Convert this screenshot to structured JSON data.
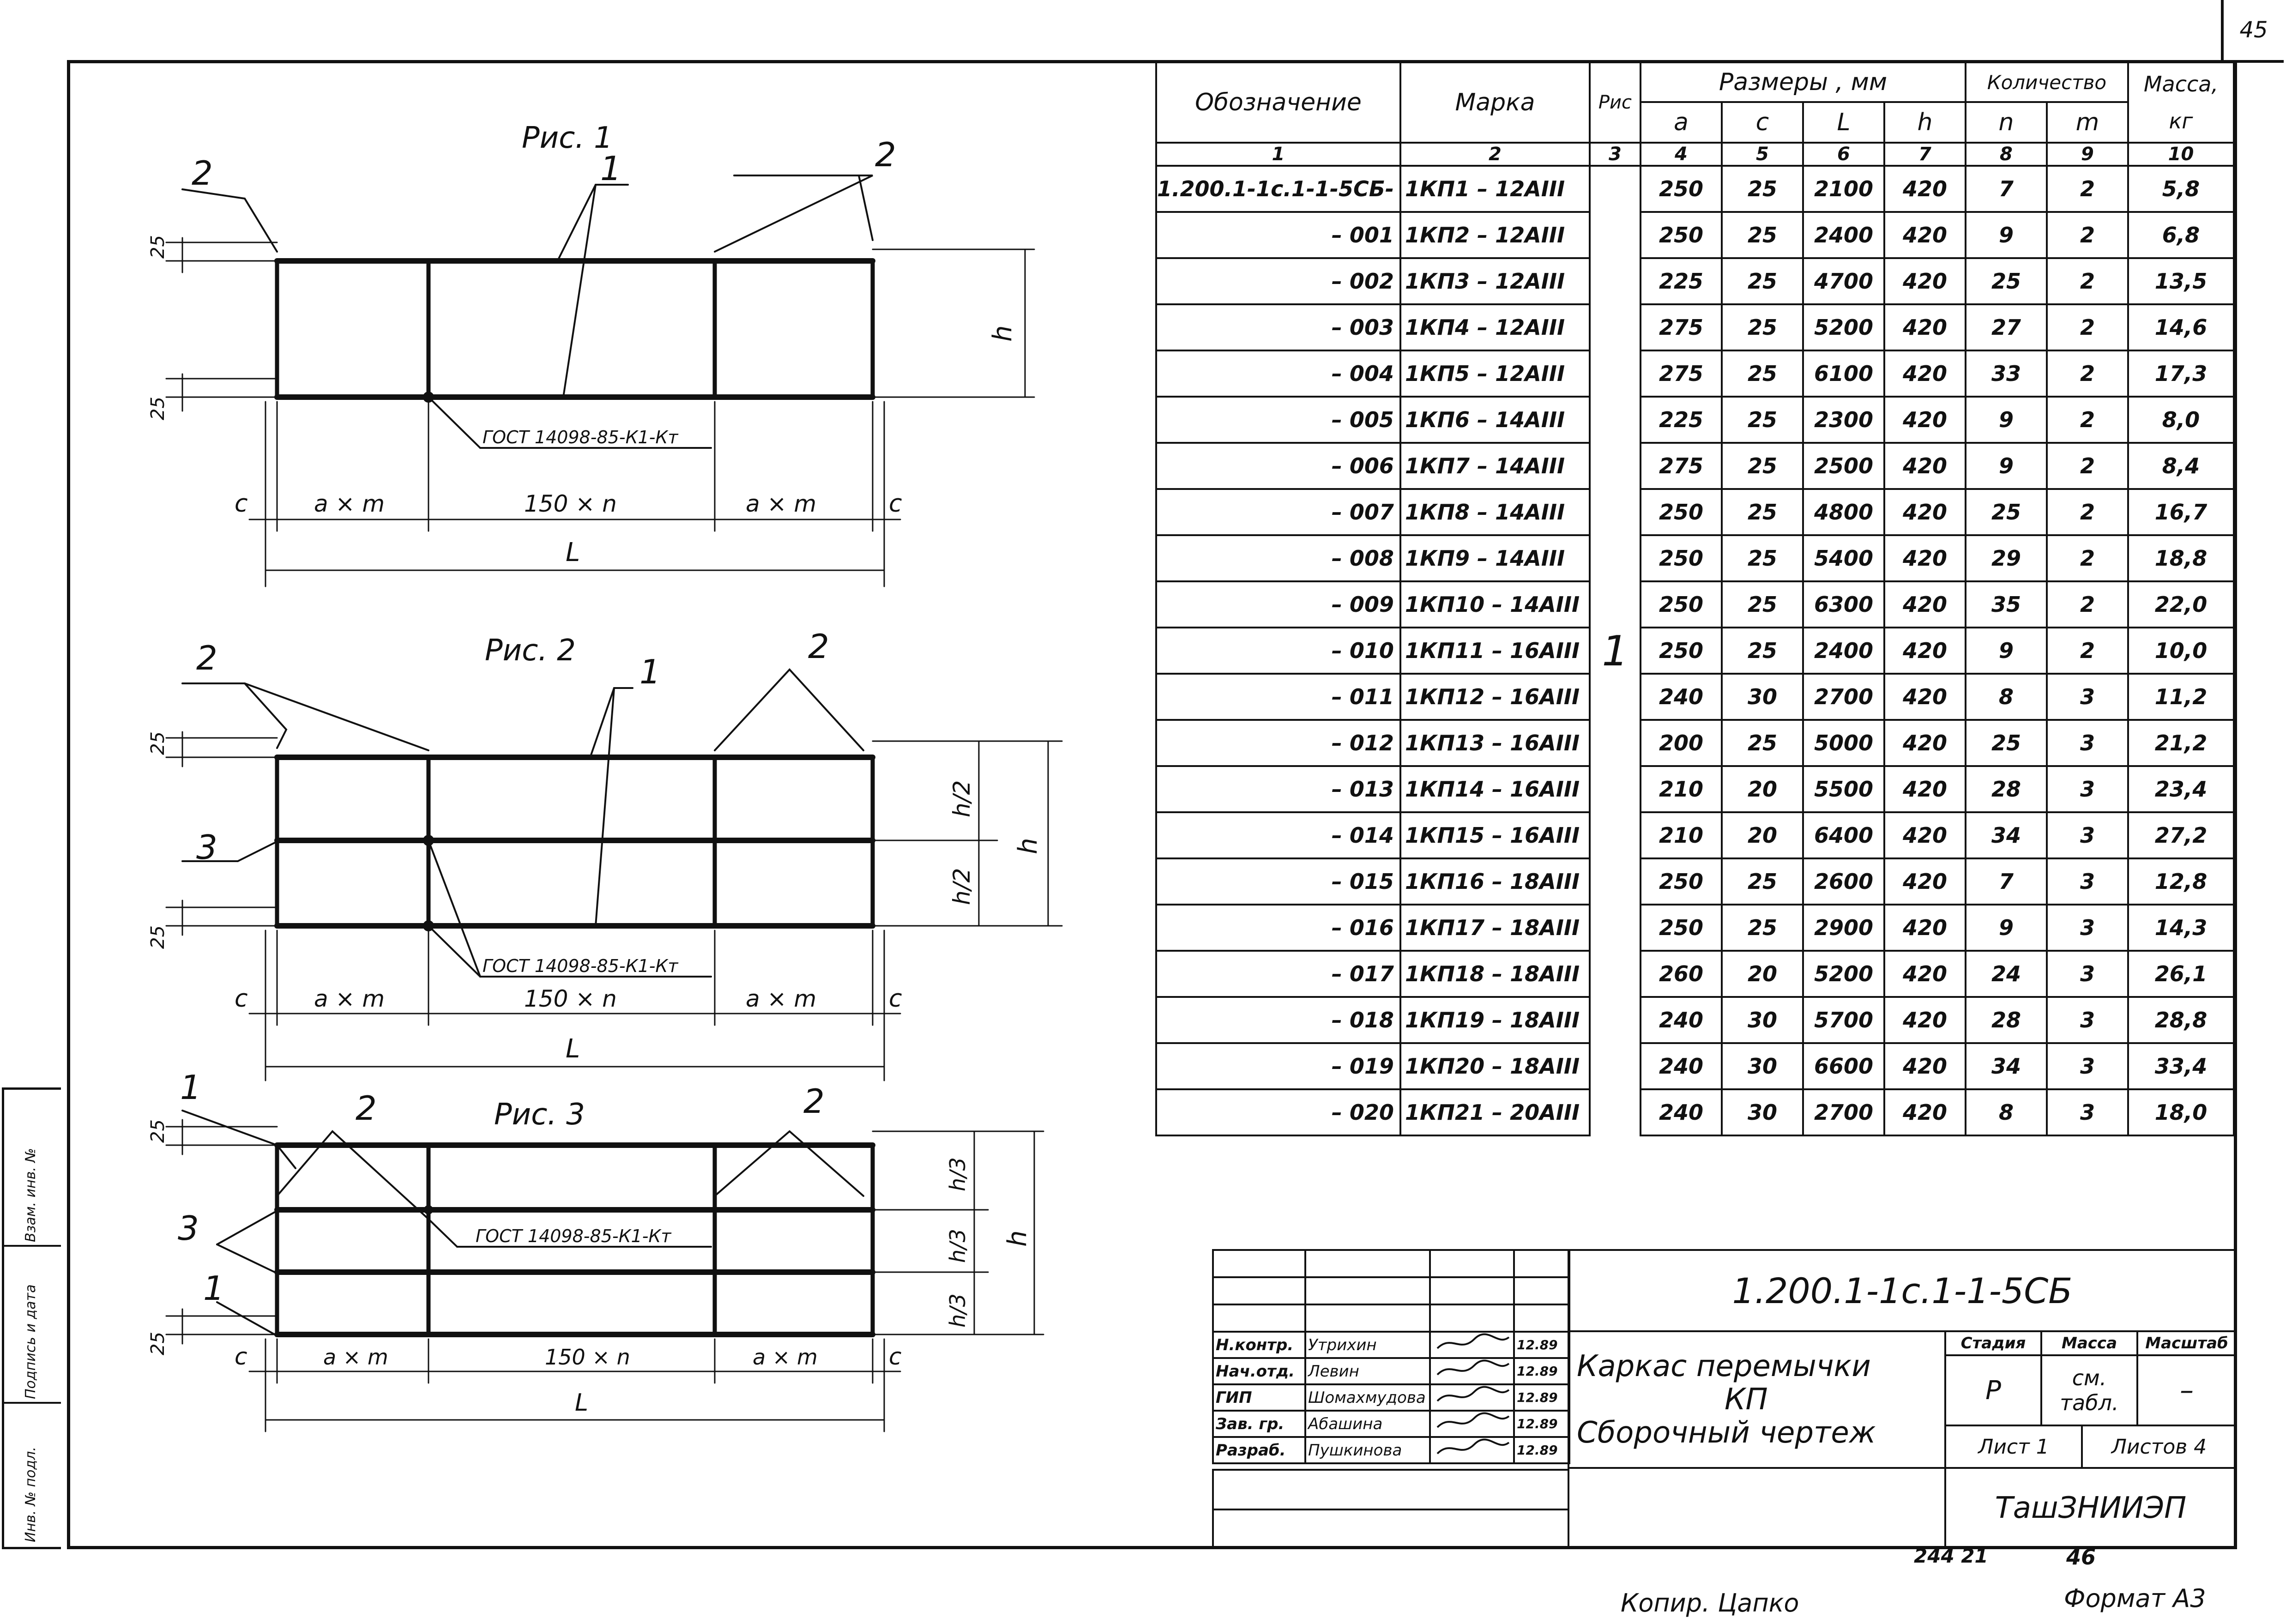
{
  "sheet_number": "45",
  "side_stamp": {
    "inv_label": "Инв. № подл.",
    "sign_label": "Подпись и дата",
    "replace_label": "Взам. инв. №"
  },
  "figures": [
    {
      "title": "Рис. 1",
      "callouts": [
        "1",
        "2",
        "2"
      ],
      "dims": {
        "top_gap": "25",
        "bottom_gap": "25",
        "height": "h",
        "c_left": "c",
        "c_right": "c",
        "left_span": "a × m",
        "mid_span": "150 × n",
        "right_span": "a × m",
        "total": "L"
      },
      "gost": "ГОСТ 14098-85-К1-Кт"
    },
    {
      "title": "Рис. 2",
      "callouts": [
        "1",
        "2",
        "2",
        "3"
      ],
      "dims": {
        "top_gap": "25",
        "bottom_gap": "25",
        "half_1": "h/2",
        "half_2": "h/2",
        "height": "h",
        "c_left": "c",
        "c_right": "c",
        "left_span": "a × m",
        "mid_span": "150 × n",
        "right_span": "a × m",
        "total": "L"
      },
      "gost": "ГОСТ 14098-85-К1-Кт"
    },
    {
      "title": "Рис. 3",
      "callouts": [
        "1",
        "2",
        "2",
        "3",
        "1"
      ],
      "dims": {
        "top_gap": "25",
        "bottom_gap": "25",
        "third_1": "h/3",
        "third_2": "h/3",
        "third_3": "h/3",
        "height": "h",
        "c_left": "c",
        "c_right": "c",
        "left_span": "a × m",
        "mid_span": "150 × n",
        "right_span": "a × m",
        "total": "L"
      },
      "gost": "ГОСТ 14098-85-К1-Кт"
    }
  ],
  "spec_table": {
    "headers": {
      "designation": "Обозначение",
      "mark": "Марка",
      "fig": "Рис",
      "sizes": "Размеры , мм",
      "quantity": "Количество",
      "mass": "Масса, кг",
      "a": "a",
      "c": "c",
      "L": "L",
      "h": "h",
      "n": "n",
      "m": "m",
      "kg": "кг"
    },
    "col_numbers": [
      "1",
      "2",
      "3",
      "4",
      "5",
      "6",
      "7",
      "8",
      "9",
      "10"
    ],
    "fig_value": "1",
    "rows": [
      {
        "des": "1.200.1-1с.1-1-5СБ-",
        "mark": "1КП1 – 12АIII",
        "a": "250",
        "c": "25",
        "L": "2100",
        "h": "420",
        "n": "7",
        "m": "2",
        "mass": "5,8"
      },
      {
        "des": "– 001",
        "mark": "1КП2 – 12АIII",
        "a": "250",
        "c": "25",
        "L": "2400",
        "h": "420",
        "n": "9",
        "m": "2",
        "mass": "6,8"
      },
      {
        "des": "– 002",
        "mark": "1КП3 – 12АIII",
        "a": "225",
        "c": "25",
        "L": "4700",
        "h": "420",
        "n": "25",
        "m": "2",
        "mass": "13,5"
      },
      {
        "des": "– 003",
        "mark": "1КП4 – 12АIII",
        "a": "275",
        "c": "25",
        "L": "5200",
        "h": "420",
        "n": "27",
        "m": "2",
        "mass": "14,6"
      },
      {
        "des": "– 004",
        "mark": "1КП5 – 12АIII",
        "a": "275",
        "c": "25",
        "L": "6100",
        "h": "420",
        "n": "33",
        "m": "2",
        "mass": "17,3"
      },
      {
        "des": "– 005",
        "mark": "1КП6 – 14АIII",
        "a": "225",
        "c": "25",
        "L": "2300",
        "h": "420",
        "n": "9",
        "m": "2",
        "mass": "8,0"
      },
      {
        "des": "– 006",
        "mark": "1КП7 – 14АIII",
        "a": "275",
        "c": "25",
        "L": "2500",
        "h": "420",
        "n": "9",
        "m": "2",
        "mass": "8,4"
      },
      {
        "des": "– 007",
        "mark": "1КП8 – 14АIII",
        "a": "250",
        "c": "25",
        "L": "4800",
        "h": "420",
        "n": "25",
        "m": "2",
        "mass": "16,7"
      },
      {
        "des": "– 008",
        "mark": "1КП9 – 14АIII",
        "a": "250",
        "c": "25",
        "L": "5400",
        "h": "420",
        "n": "29",
        "m": "2",
        "mass": "18,8"
      },
      {
        "des": "– 009",
        "mark": "1КП10 – 14АIII",
        "a": "250",
        "c": "25",
        "L": "6300",
        "h": "420",
        "n": "35",
        "m": "2",
        "mass": "22,0"
      },
      {
        "des": "– 010",
        "mark": "1КП11 – 16АIII",
        "a": "250",
        "c": "25",
        "L": "2400",
        "h": "420",
        "n": "9",
        "m": "2",
        "mass": "10,0"
      },
      {
        "des": "– 011",
        "mark": "1КП12 – 16АIII",
        "a": "240",
        "c": "30",
        "L": "2700",
        "h": "420",
        "n": "8",
        "m": "3",
        "mass": "11,2"
      },
      {
        "des": "– 012",
        "mark": "1КП13 – 16АIII",
        "a": "200",
        "c": "25",
        "L": "5000",
        "h": "420",
        "n": "25",
        "m": "3",
        "mass": "21,2"
      },
      {
        "des": "– 013",
        "mark": "1КП14 – 16АIII",
        "a": "210",
        "c": "20",
        "L": "5500",
        "h": "420",
        "n": "28",
        "m": "3",
        "mass": "23,4"
      },
      {
        "des": "– 014",
        "mark": "1КП15 – 16АIII",
        "a": "210",
        "c": "20",
        "L": "6400",
        "h": "420",
        "n": "34",
        "m": "3",
        "mass": "27,2"
      },
      {
        "des": "– 015",
        "mark": "1КП16 – 18АIII",
        "a": "250",
        "c": "25",
        "L": "2600",
        "h": "420",
        "n": "7",
        "m": "3",
        "mass": "12,8"
      },
      {
        "des": "– 016",
        "mark": "1КП17 – 18АIII",
        "a": "250",
        "c": "25",
        "L": "2900",
        "h": "420",
        "n": "9",
        "m": "3",
        "mass": "14,3"
      },
      {
        "des": "– 017",
        "mark": "1КП18 – 18АIII",
        "a": "260",
        "c": "20",
        "L": "5200",
        "h": "420",
        "n": "24",
        "m": "3",
        "mass": "26,1"
      },
      {
        "des": "– 018",
        "mark": "1КП19 – 18АIII",
        "a": "240",
        "c": "30",
        "L": "5700",
        "h": "420",
        "n": "28",
        "m": "3",
        "mass": "28,8"
      },
      {
        "des": "– 019",
        "mark": "1КП20 – 18АIII",
        "a": "240",
        "c": "30",
        "L": "6600",
        "h": "420",
        "n": "34",
        "m": "3",
        "mass": "33,4"
      },
      {
        "des": "– 020",
        "mark": "1КП21 – 20АIII",
        "a": "240",
        "c": "30",
        "L": "2700",
        "h": "420",
        "n": "8",
        "m": "3",
        "mass": "18,0"
      }
    ]
  },
  "title_block": {
    "doc_code": "1.200.1-1с.1-1-5СБ",
    "title_line1": "Каркас перемычки",
    "title_line2": "КП",
    "title_line3": "Сборочный чертеж",
    "stage_label": "Стадия",
    "mass_label": "Масса",
    "scale_label": "Масштаб",
    "stage_value": "Р",
    "mass_value": "см. табл.",
    "scale_value": "–",
    "sheet_label": "Лист 1",
    "sheets_label": "Листов 4",
    "org": "ТашЗНИИЭП",
    "staff": [
      {
        "role": "Н.контр.",
        "name": "Утрихин",
        "date": "12.89"
      },
      {
        "role": "Нач.отд.",
        "name": "Левин",
        "date": "12.89"
      },
      {
        "role": "ГИП",
        "name": "Шомахмудова",
        "date": "12.89"
      },
      {
        "role": "Зав. гр.",
        "name": "Абашина",
        "date": "12.89"
      },
      {
        "role": "Разраб.",
        "name": "Пушкинова",
        "date": "12.89"
      }
    ]
  },
  "bottom": {
    "inventory_no": "244 21",
    "page": "46",
    "copied": "Копир. Цапко",
    "format": "Формат А3"
  },
  "colors": {
    "ink": "#111111",
    "paper": "#ffffff"
  }
}
